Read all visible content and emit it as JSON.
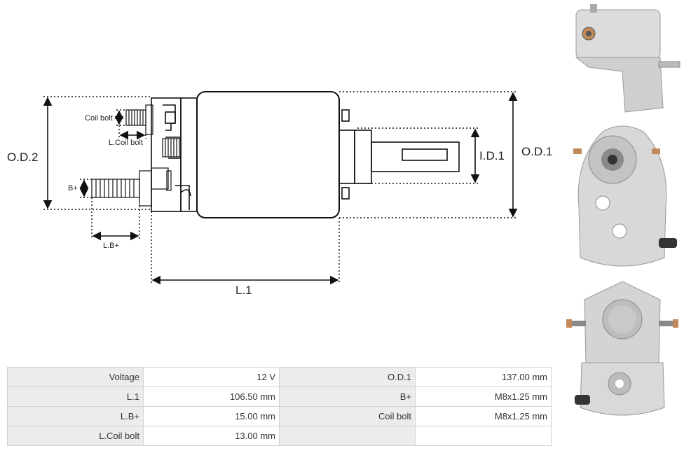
{
  "diagram": {
    "labels": {
      "od2": "O.D.2",
      "od1": "O.D.1",
      "id1": "I.D.1",
      "l1": "L.1",
      "lb_plus": "L.B+",
      "b_plus": "B+",
      "coil_bolt": "Coil bolt",
      "l_coil_bolt": "L.Coil bolt"
    }
  },
  "photos": [
    {
      "name": "photo-side-view",
      "alt": "solenoid side view"
    },
    {
      "name": "photo-front-view",
      "alt": "solenoid front view"
    },
    {
      "name": "photo-rear-view",
      "alt": "solenoid rear view"
    }
  ],
  "specs": {
    "rows": [
      [
        {
          "label": "Voltage",
          "value": "12 V"
        },
        {
          "label": "O.D.1",
          "value": "137.00 mm"
        }
      ],
      [
        {
          "label": "L.1",
          "value": "106.50 mm"
        },
        {
          "label": "B+",
          "value": "M8x1.25 mm"
        }
      ],
      [
        {
          "label": "L.B+",
          "value": "15.00 mm"
        },
        {
          "label": "Coil bolt",
          "value": "M8x1.25 mm"
        }
      ],
      [
        {
          "label": "L.Coil bolt",
          "value": "13.00 mm"
        },
        {
          "label": "",
          "value": ""
        }
      ]
    ]
  }
}
